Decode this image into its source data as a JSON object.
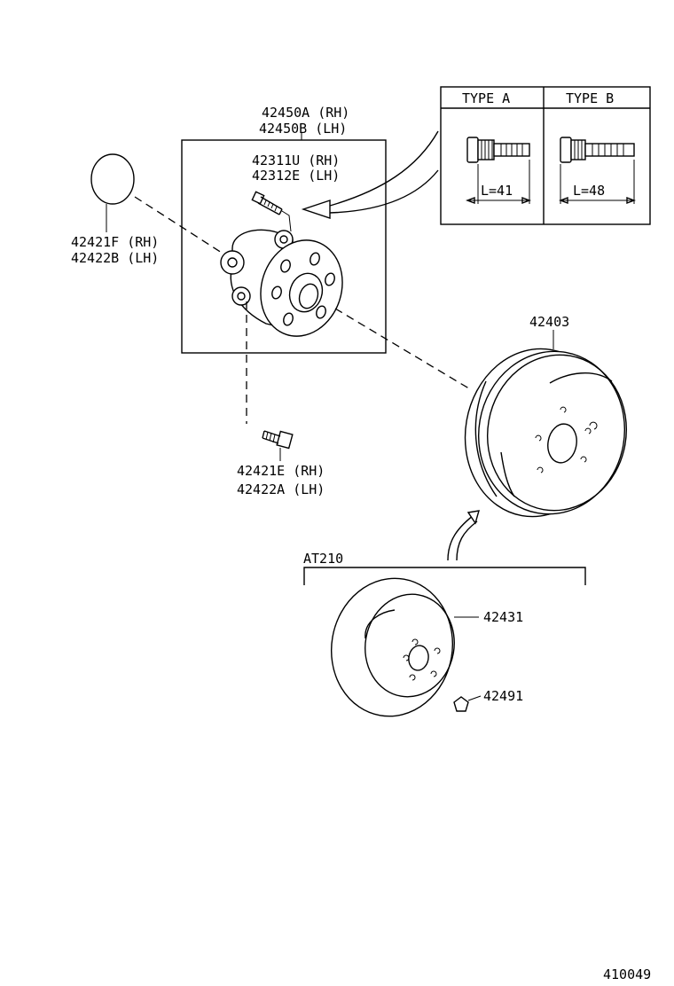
{
  "labels": {
    "hub_rh": "42450A (RH)",
    "hub_lh": "42450B (LH)",
    "bolt_rh": "42311U (RH)",
    "bolt_lh": "42312E (LH)",
    "seal_rh": "42421F (RH)",
    "seal_lh": "42422B (LH)",
    "drum": "42403",
    "lower_bolt_rh": "42421E (RH)",
    "lower_bolt_lh": "42422A (LH)",
    "variant": "AT210",
    "disc": "42431",
    "plug": "42491",
    "diagram_id": "410049"
  },
  "type_table": {
    "type_a": "TYPE  A",
    "type_b": "TYPE  B",
    "length_a": "L=41",
    "length_b": "L=48"
  }
}
